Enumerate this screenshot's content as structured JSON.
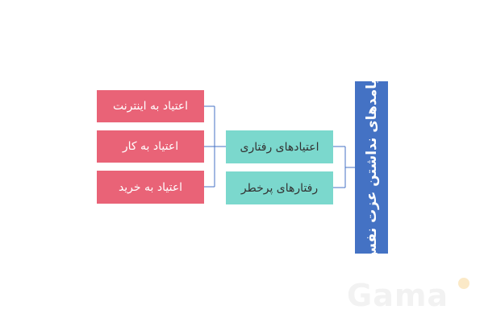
{
  "root": {
    "label": "پیامدهای نداشتن عزت نفس"
  },
  "branches": [
    {
      "label": "اعتیادهای رفتاری"
    },
    {
      "label": "رفتارهای پرخطر"
    }
  ],
  "leaves": [
    {
      "label": "اعتیاد به اینترنت"
    },
    {
      "label": "اعتیاد به کار"
    },
    {
      "label": "اعتیاد به خرید"
    }
  ],
  "watermark": {
    "text": "Gama"
  },
  "colors": {
    "root": "#4472c4",
    "branch": "#7bd8cd",
    "leaf": "#e96377",
    "connector": "#4472c4"
  }
}
